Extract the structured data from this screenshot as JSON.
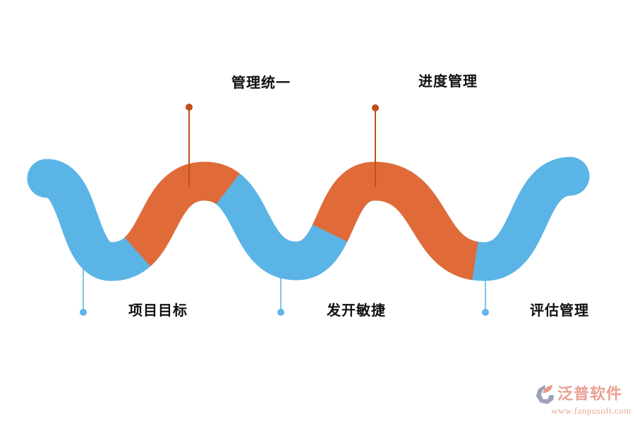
{
  "page": {
    "background": "#ffffff"
  },
  "colors": {
    "wave_blue": "#5bb4e6",
    "wave_orange": "#e06b38",
    "stem_orange": "#c24e1c",
    "stem_blue": "#5fb6e7",
    "label_text": "#111111",
    "logo_pink": "#e9a093",
    "logo_gray": "#9ba2b8",
    "logo_leaf": "#e69d8d"
  },
  "diagram": {
    "top_labels": [
      {
        "label": "管理统一"
      },
      {
        "label": "进度管理"
      }
    ],
    "bottom_labels": [
      {
        "label": "项目目标"
      },
      {
        "label": "发开敏捷"
      },
      {
        "label": "评估管理"
      }
    ]
  },
  "watermark": {
    "brand": "泛普软件",
    "url": "www.fanpusoft.com"
  }
}
